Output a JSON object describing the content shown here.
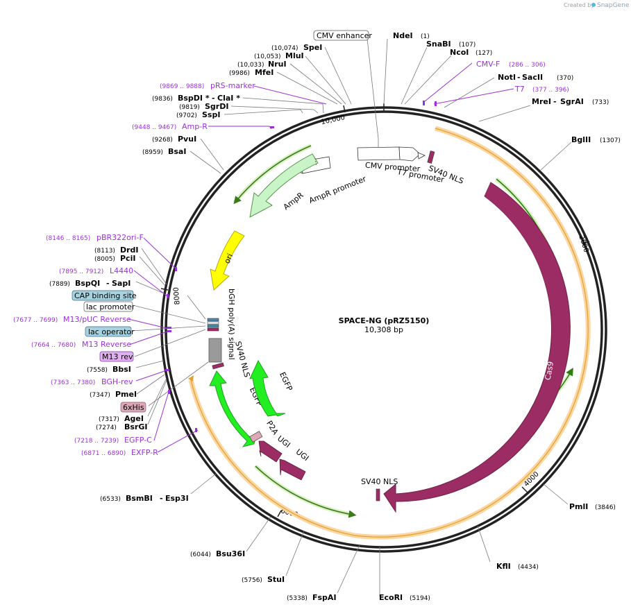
{
  "credit": {
    "prefix": "Created by",
    "brand": "SnapGene"
  },
  "map": {
    "title": "SPACE-NG (pRZ5150)",
    "length": "10,308 bp",
    "total_bp": 10308
  },
  "ticks": [
    "2000",
    "4000",
    "6000",
    "8000",
    "10,000"
  ],
  "sites": {
    "ndei": "NdeI",
    "ndei_pos": "(1)",
    "snabi": "SnaBI",
    "snabi_pos": "(107)",
    "ncoi": "NcoI",
    "ncoi_pos": "(127)",
    "noti": "NotI",
    "sacii": "SacII",
    "noti_pos": "(370)",
    "mrei": "MreI",
    "sgrai": "SgrAI",
    "mrei_pos": "(733)",
    "bglii": "BglII",
    "bglii_pos": "(1307)",
    "pmli": "PmlI",
    "pmli_pos": "(3846)",
    "kfli": "KflI",
    "kfli_pos": "(4434)",
    "ecori": "EcoRI",
    "ecori_pos": "(5194)",
    "fspai": "FspAI",
    "fspai_pos": "(5338)",
    "stui": "StuI",
    "stui_pos": "(5756)",
    "bsu36i": "Bsu36I",
    "bsu36i_pos": "(6044)",
    "bsmbi": "BsmBI",
    "esp3i": "Esp3I",
    "bsmbi_pos": "(6533)",
    "bsrgi": "BsrGI",
    "bsrgi_pos": "(7274)",
    "agei": "AgeI",
    "agei_pos": "(7317)",
    "pmei": "PmeI",
    "pmei_pos": "(7347)",
    "bbsi": "BbsI",
    "bbsi_pos": "(7558)",
    "bspqi": "BspQI",
    "sapi": "SapI",
    "bspqi_pos": "(7889)",
    "pcii": "PciI",
    "pcii_pos": "(8005)",
    "drdi": "DrdI",
    "drdi_pos": "(8113)",
    "bsai": "BsaI",
    "bsai_pos": "(8959)",
    "pvui": "PvuI",
    "pvui_pos": "(9268)",
    "sspi": "SspI",
    "sspi_pos": "(9702)",
    "sgrdi": "SgrDI",
    "sgrdi_pos": "(9819)",
    "bspdi": "BspDI *",
    "clai": "ClaI *",
    "bspdi_pos": "(9836)",
    "mfei": "MfeI",
    "mfei_pos": "(9986)",
    "nrui": "NruI",
    "nrui_pos": "(10,033)",
    "mlui": "MluI",
    "mlui_pos": "(10,053)",
    "spei": "SpeI",
    "spei_pos": "(10,074)"
  },
  "primers": {
    "cmvf": "CMV-F",
    "cmvf_pos": "(286 .. 306)",
    "t7": "T7",
    "t7_pos": "(377 .. 396)",
    "prs": "pRS-marker",
    "prs_pos": "(9869 .. 9888)",
    "ampr": "Amp-R",
    "ampr_pos": "(9448 .. 9467)",
    "pbr": "pBR322ori-F",
    "pbr_pos": "(8146 .. 8165)",
    "l4440": "L4440",
    "l4440_pos": "(7895 .. 7912)",
    "m13puc": "M13/pUC Reverse",
    "m13puc_pos": "(7677 .. 7699)",
    "m13rev": "M13 Reverse",
    "m13rev_pos": "(7664 .. 7680)",
    "bghrev": "BGH-rev",
    "bghrev_pos": "(7363 .. 7380)",
    "egfpc": "EGFP-C",
    "egfpc_pos": "(7218 .. 7239)",
    "exfpr": "EXFP-R",
    "exfpr_pos": "(6871 .. 6890)"
  },
  "boxed": {
    "cmv_enhancer": "CMV enhancer",
    "cap": "CAP binding site",
    "lac_promoter": "lac promoter",
    "lac_operator": "lac operator",
    "m13_rev": "M13 rev",
    "his": "6xHis"
  },
  "features": {
    "cmv_promoter": "CMV promoter",
    "t7_promoter": "T7 promoter",
    "sv40_nls_top": "SV40 NLS",
    "ampr_promoter": "AmpR promoter",
    "ampr": "AmpR",
    "ori": "ori",
    "bgh": "bGH poly(A) signal",
    "sv40_nls_mid": "SV40 NLS",
    "egfp_outer": "EGFP",
    "egfp_inner": "EGFP",
    "p2a": "P2A",
    "ugi_outer": "UGI",
    "ugi_inner": "UGI",
    "cas9": "Cas9",
    "sv40_nls_bottom": "SV40 NLS"
  },
  "colors": {
    "cas9": "#9b2d64",
    "egfp": "#22ee22",
    "ampr": "#c8f4c8",
    "ori": "#ffff00",
    "orf_fill": "#fbd6a0",
    "orf_stroke": "#e0a030",
    "orf_arrow": "#3a9a1a",
    "primer": "#9b30d9",
    "backbone": "#222222",
    "box_blue": "#a7d3e0",
    "box_purple": "#e0b0f0",
    "box_pink": "#dca8b8"
  }
}
